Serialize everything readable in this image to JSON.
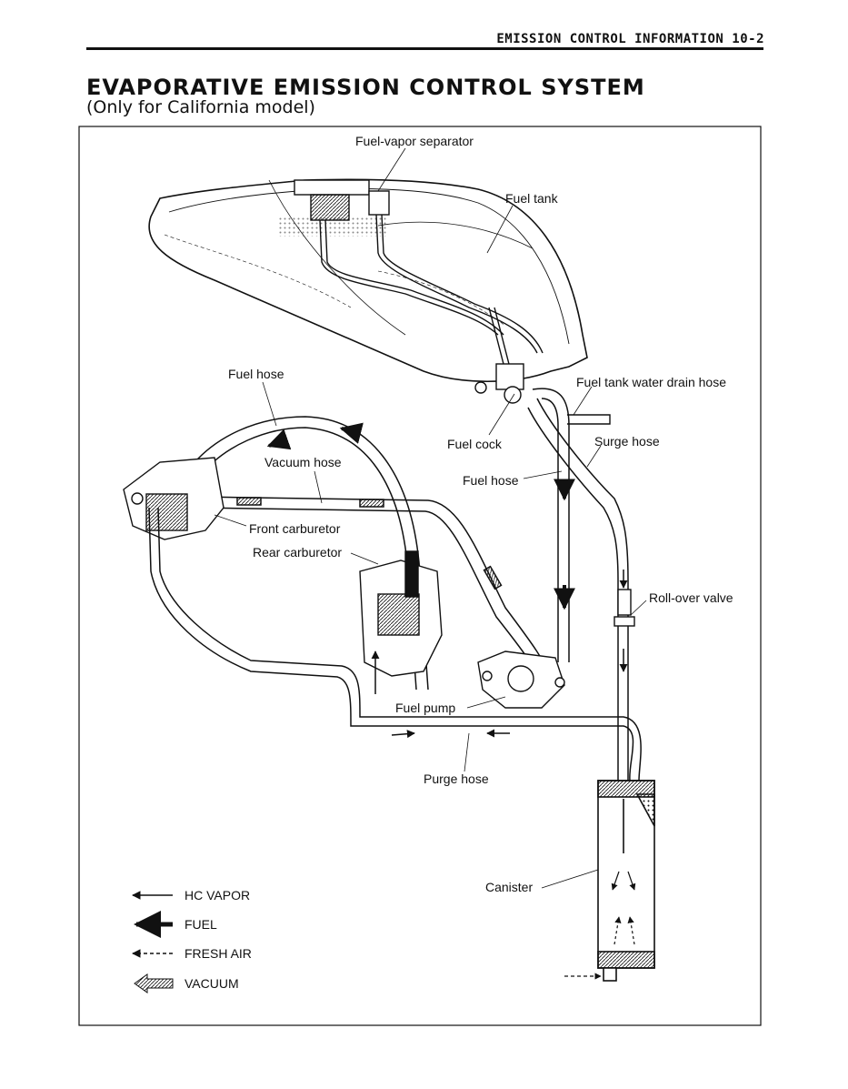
{
  "header": {
    "section": "EMISSION CONTROL INFORMATION  10-2"
  },
  "title": "EVAPORATIVE EMISSION CONTROL SYSTEM",
  "subtitle": "(Only for California model)",
  "labels": {
    "separator": "Fuel-vapor separator",
    "tank": "Fuel tank",
    "fuel_hose_top": "Fuel hose",
    "drain_hose": "Fuel tank water drain hose",
    "vacuum_hose": "Vacuum hose",
    "fuel_cock": "Fuel cock",
    "surge_hose": "Surge hose",
    "fuel_hose_mid": "Fuel hose",
    "front_carb": "Front carburetor",
    "rear_carb": "Rear carburetor",
    "rollover": "Roll-over valve",
    "fuel_pump": "Fuel pump",
    "purge_hose": "Purge hose",
    "canister": "Canister"
  },
  "legend": [
    {
      "label": "HC VAPOR",
      "icon": "thin-arrow-icon"
    },
    {
      "label": "FUEL",
      "icon": "thick-arrow-icon"
    },
    {
      "label": "FRESH AIR",
      "icon": "dashed-arrow-icon"
    },
    {
      "label": "VACUUM",
      "icon": "hatched-arrow-icon"
    }
  ],
  "colors": {
    "ink": "#111111",
    "paper": "#ffffff"
  }
}
